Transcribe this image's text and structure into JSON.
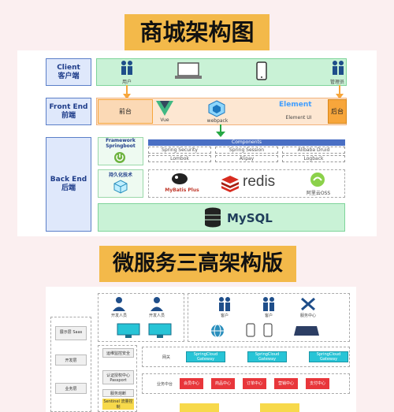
{
  "colors": {
    "page_bg": "#fbeff0",
    "title_band": "#f3b94a",
    "client_row": "#c9f2d6",
    "frontend_row": "#fde7d2",
    "accent_orange": "#f7a63b",
    "cloud": "#27c4d6",
    "red": "#e8363b"
  },
  "top_title": "商城架构图",
  "bottom_title": "微服务三高架构版",
  "layers": {
    "client": {
      "en": "Client",
      "zh": "客户端"
    },
    "frontend": {
      "en": "Front End",
      "zh": "前端"
    },
    "backend": {
      "en": "Back End",
      "zh": "后端"
    }
  },
  "client_row": {
    "user": "用户",
    "admin": "管理员"
  },
  "frontend_row": {
    "left_tag": "前台",
    "right_tag": "后台",
    "vue": "Vue",
    "webpack": "webpack",
    "element_brand": "Element",
    "element_ui": "Element UI"
  },
  "backend": {
    "framework_label_1": "Framework",
    "framework_label_2": "Springboot",
    "persist_label": "持久化技术",
    "components_title": "Components",
    "components": [
      "Spring Security",
      "Spring Session",
      "Alibaba Druid",
      "Lombok",
      "Alipay",
      "Logback"
    ],
    "mybatis": "MyBatis Plus",
    "redis": "redis",
    "oss": "阿里云OSS",
    "mysql": "MySQL"
  },
  "micro": {
    "left_items": [
      "展示层 Saas",
      "开发层",
      "业务层"
    ],
    "devs": [
      "开发人员",
      "开发人员"
    ],
    "clients": [
      "客户",
      "客户",
      "服务中心"
    ],
    "monitor": "运维监控安全",
    "passport": "认证授权中心 Passport",
    "gateway_label": "网关",
    "gateways": [
      "SpringCloud Gateway",
      "SpringCloud Gateway",
      "SpringCloud Gateway"
    ],
    "biz_label": "业务中台",
    "services": [
      "会员中心",
      "商品中心",
      "订单中心",
      "营销中心",
      "支付中心"
    ],
    "support_label": "服务熔断",
    "sentinel": "Sentinel 流量控制"
  }
}
